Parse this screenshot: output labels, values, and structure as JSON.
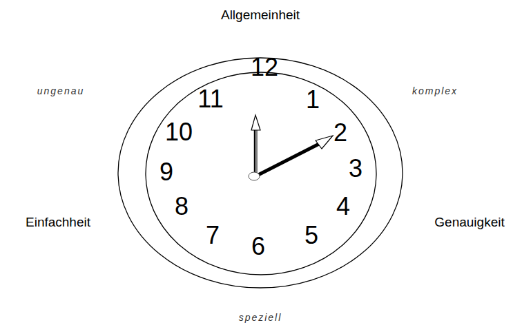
{
  "diagram": {
    "nodes": [
      {
        "text": [
          "12",
          "1",
          "2",
          "3",
          "4",
          "5",
          "6",
          "7",
          "8",
          "9",
          "10",
          "11"
        ]
      }
    ],
    "labels": [
      "Allgemeinheit",
      "ungenau",
      "komplex",
      "Einfachheit",
      "Genauigkeit",
      "speziell"
    ]
  }
}
